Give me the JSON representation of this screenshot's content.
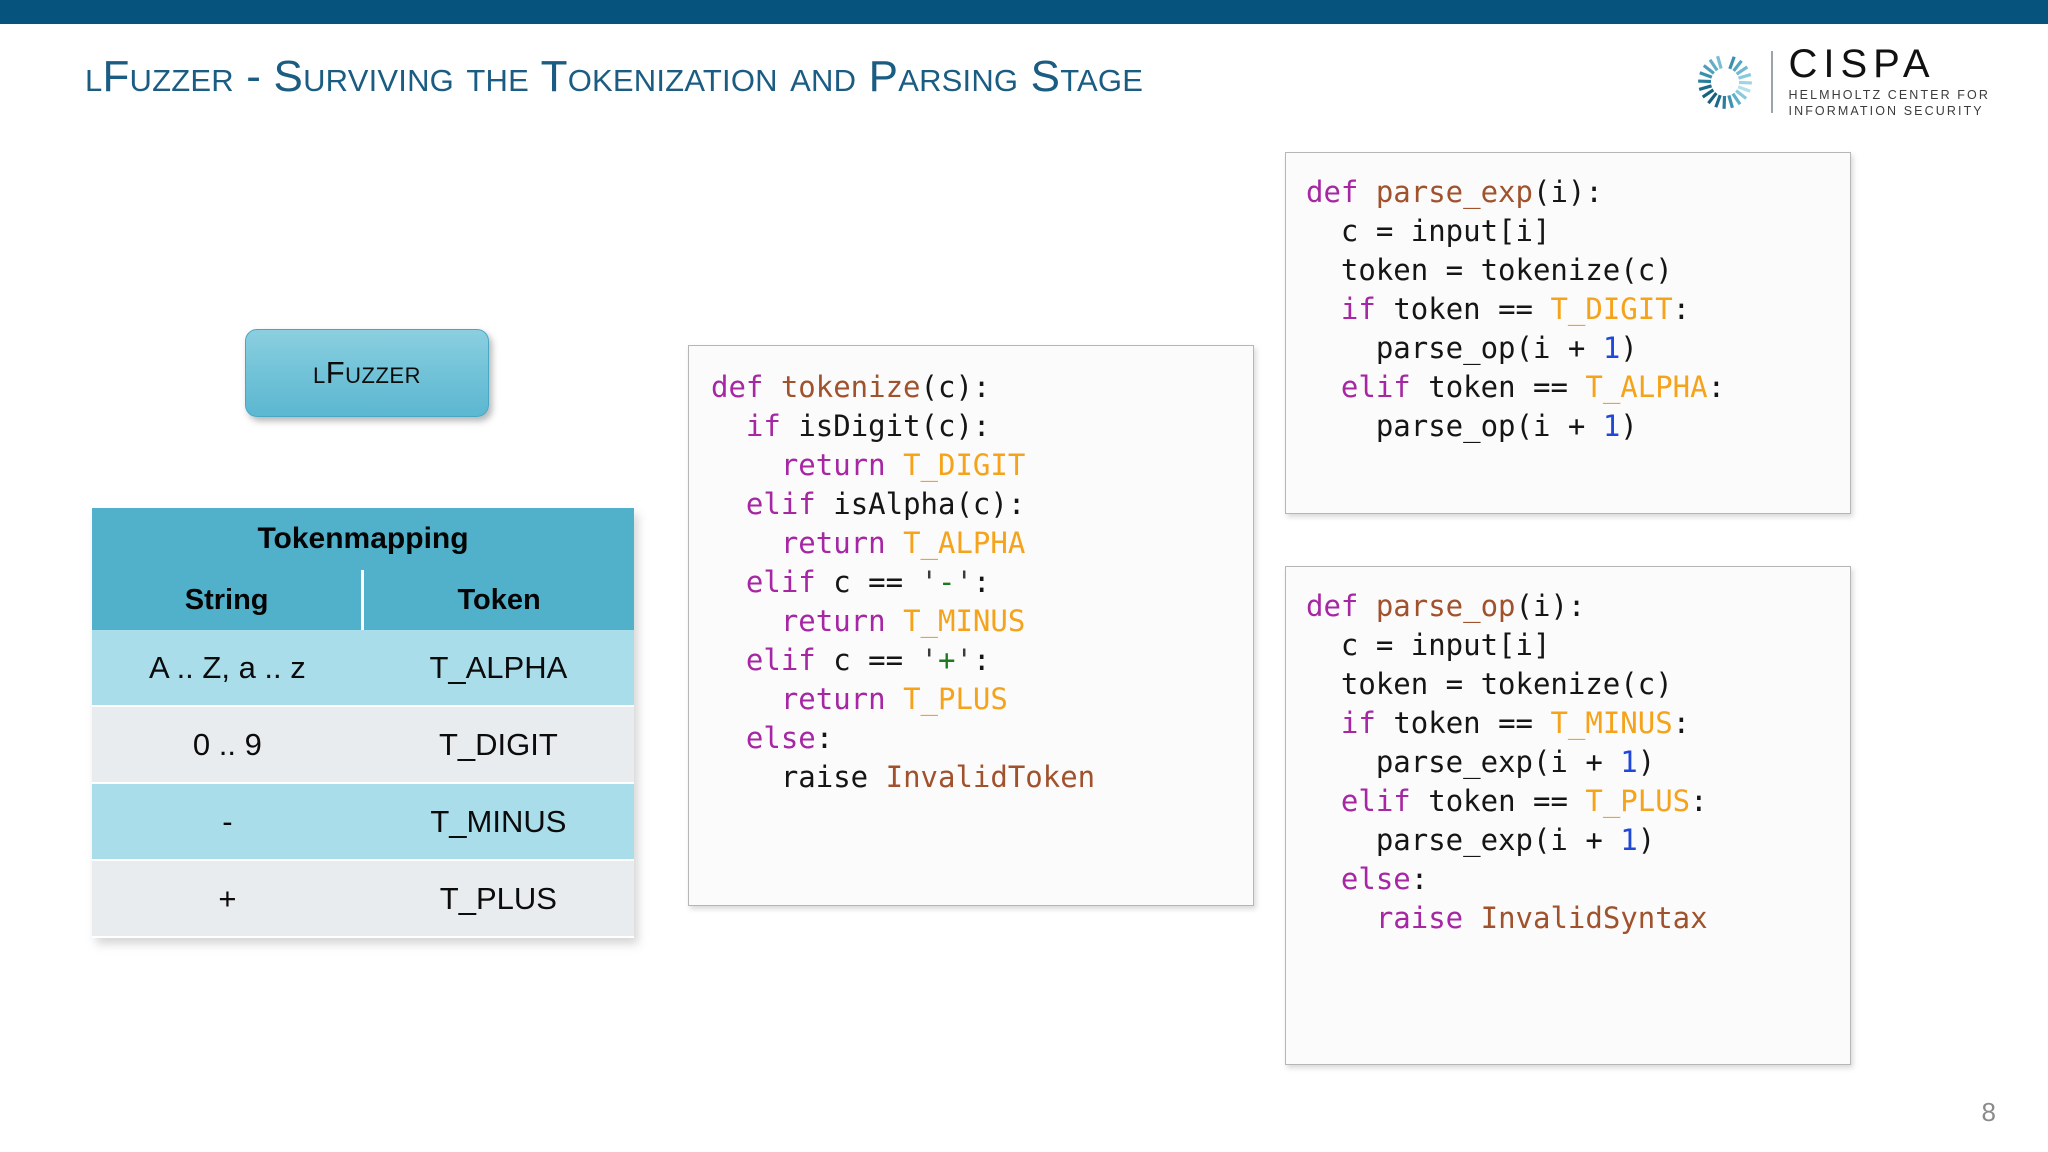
{
  "slide": {
    "title": "lFuzzer - Surviving the Tokenization and Parsing Stage",
    "page_number": "8",
    "accent_color": "#06547d",
    "title_color": "#1b5c83"
  },
  "logo": {
    "name": "CISPA",
    "tagline_line1": "HELMHOLTZ CENTER FOR",
    "tagline_line2": "INFORMATION SECURITY",
    "mark_color_dark": "#14647f",
    "mark_color_light": "#7fc6dd"
  },
  "lfuzzer_node": {
    "label": "lFuzzer",
    "fill_color": "#6cc0d6"
  },
  "token_table": {
    "title": "Tokenmapping",
    "columns": [
      "String",
      "Token"
    ],
    "header_color": "#51b1cb",
    "row_alt_color": "#aaddea",
    "row_base_color": "#e9ecef",
    "rows": [
      {
        "string": "A .. Z, a .. z",
        "token": "T_ALPHA"
      },
      {
        "string": "0 .. 9",
        "token": "T_DIGIT"
      },
      {
        "string": "-",
        "token": "T_MINUS"
      },
      {
        "string": "+",
        "token": "T_PLUS"
      }
    ]
  },
  "code_blocks": {
    "tokenize": {
      "name": "tokenize",
      "lines": [
        [
          {
            "t": "def ",
            "c": "kw"
          },
          {
            "t": "tokenize",
            "c": "fn"
          },
          {
            "t": "(c):",
            "c": "pl"
          }
        ],
        [
          {
            "t": "  ",
            "c": "pl"
          },
          {
            "t": "if ",
            "c": "kw"
          },
          {
            "t": "isDigit(c):",
            "c": "pl"
          }
        ],
        [
          {
            "t": "    ",
            "c": "pl"
          },
          {
            "t": "return ",
            "c": "kw"
          },
          {
            "t": "T_DIGIT",
            "c": "tok"
          }
        ],
        [
          {
            "t": "  ",
            "c": "pl"
          },
          {
            "t": "elif ",
            "c": "kw"
          },
          {
            "t": "isAlpha(c):",
            "c": "pl"
          }
        ],
        [
          {
            "t": "    ",
            "c": "pl"
          },
          {
            "t": "return ",
            "c": "kw"
          },
          {
            "t": "T_ALPHA",
            "c": "tok"
          }
        ],
        [
          {
            "t": "  ",
            "c": "pl"
          },
          {
            "t": "elif ",
            "c": "kw"
          },
          {
            "t": "c == ",
            "c": "pl"
          },
          {
            "t": "'",
            "c": "quo"
          },
          {
            "t": "-",
            "c": "str"
          },
          {
            "t": "'",
            "c": "quo"
          },
          {
            "t": ":",
            "c": "pl"
          }
        ],
        [
          {
            "t": "    ",
            "c": "pl"
          },
          {
            "t": "return ",
            "c": "kw"
          },
          {
            "t": "T_MINUS",
            "c": "tok"
          }
        ],
        [
          {
            "t": "  ",
            "c": "pl"
          },
          {
            "t": "elif ",
            "c": "kw"
          },
          {
            "t": "c == ",
            "c": "pl"
          },
          {
            "t": "'",
            "c": "quo"
          },
          {
            "t": "+",
            "c": "str"
          },
          {
            "t": "'",
            "c": "quo"
          },
          {
            "t": ":",
            "c": "pl"
          }
        ],
        [
          {
            "t": "    ",
            "c": "pl"
          },
          {
            "t": "return ",
            "c": "kw"
          },
          {
            "t": "T_PLUS",
            "c": "tok"
          }
        ],
        [
          {
            "t": "  ",
            "c": "pl"
          },
          {
            "t": "else",
            "c": "kw"
          },
          {
            "t": ":",
            "c": "pl"
          }
        ],
        [
          {
            "t": "    ",
            "c": "pl"
          },
          {
            "t": "raise ",
            "c": "pl"
          },
          {
            "t": "InvalidToken",
            "c": "fn"
          }
        ]
      ]
    },
    "parse_exp": {
      "name": "parse_exp",
      "lines": [
        [
          {
            "t": "def ",
            "c": "kw"
          },
          {
            "t": "parse_exp",
            "c": "fn"
          },
          {
            "t": "(i):",
            "c": "pl"
          }
        ],
        [
          {
            "t": "  c = input[i]",
            "c": "pl"
          }
        ],
        [
          {
            "t": "  token = tokenize(c)",
            "c": "pl"
          }
        ],
        [
          {
            "t": "  ",
            "c": "pl"
          },
          {
            "t": "if ",
            "c": "kw"
          },
          {
            "t": "token == ",
            "c": "pl"
          },
          {
            "t": "T_DIGIT",
            "c": "tok"
          },
          {
            "t": ":",
            "c": "pl"
          }
        ],
        [
          {
            "t": "    parse_op(i + ",
            "c": "pl"
          },
          {
            "t": "1",
            "c": "num"
          },
          {
            "t": ")",
            "c": "pl"
          }
        ],
        [
          {
            "t": "  ",
            "c": "pl"
          },
          {
            "t": "elif ",
            "c": "kw"
          },
          {
            "t": "token == ",
            "c": "pl"
          },
          {
            "t": "T_ALPHA",
            "c": "tok"
          },
          {
            "t": ":",
            "c": "pl"
          }
        ],
        [
          {
            "t": "    parse_op(i + ",
            "c": "pl"
          },
          {
            "t": "1",
            "c": "num"
          },
          {
            "t": ")",
            "c": "pl"
          }
        ]
      ]
    },
    "parse_op": {
      "name": "parse_op",
      "lines": [
        [
          {
            "t": "def ",
            "c": "kw"
          },
          {
            "t": "parse_op",
            "c": "fn"
          },
          {
            "t": "(i):",
            "c": "pl"
          }
        ],
        [
          {
            "t": "  c = input[i]",
            "c": "pl"
          }
        ],
        [
          {
            "t": "  token = tokenize(c)",
            "c": "pl"
          }
        ],
        [
          {
            "t": "  ",
            "c": "pl"
          },
          {
            "t": "if ",
            "c": "kw"
          },
          {
            "t": "token == ",
            "c": "pl"
          },
          {
            "t": "T_MINUS",
            "c": "tok"
          },
          {
            "t": ":",
            "c": "pl"
          }
        ],
        [
          {
            "t": "    parse_exp(i + ",
            "c": "pl"
          },
          {
            "t": "1",
            "c": "num"
          },
          {
            "t": ")",
            "c": "pl"
          }
        ],
        [
          {
            "t": "  ",
            "c": "pl"
          },
          {
            "t": "elif ",
            "c": "kw"
          },
          {
            "t": "token == ",
            "c": "pl"
          },
          {
            "t": "T_PLUS",
            "c": "tok"
          },
          {
            "t": ":",
            "c": "pl"
          }
        ],
        [
          {
            "t": "    parse_exp(i + ",
            "c": "pl"
          },
          {
            "t": "1",
            "c": "num"
          },
          {
            "t": ")",
            "c": "pl"
          }
        ],
        [
          {
            "t": "  ",
            "c": "pl"
          },
          {
            "t": "else",
            "c": "kw"
          },
          {
            "t": ":",
            "c": "pl"
          }
        ],
        [
          {
            "t": "    ",
            "c": "pl"
          },
          {
            "t": "raise ",
            "c": "kw"
          },
          {
            "t": "InvalidSyntax",
            "c": "fn"
          }
        ]
      ]
    }
  }
}
